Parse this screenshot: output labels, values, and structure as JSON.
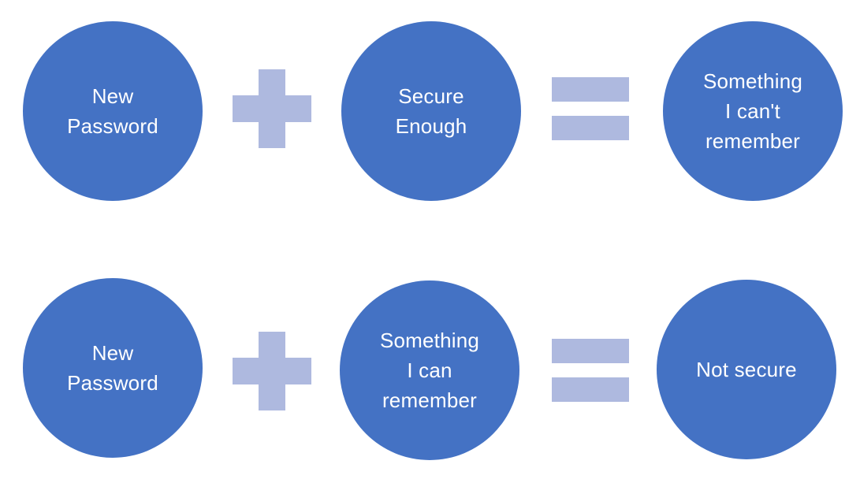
{
  "colors": {
    "circle_fill": "#4472C4",
    "operator_fill": "#AEB9DF",
    "text_color": "#FFFFFF",
    "background": "#FFFFFF"
  },
  "rows": [
    {
      "circle1": {
        "lines": [
          "New",
          "Password"
        ]
      },
      "operator1": "plus-icon",
      "circle2": {
        "lines": [
          "Secure",
          "Enough"
        ]
      },
      "operator2": "equals-icon",
      "circle3": {
        "lines": [
          "Something",
          "I can't",
          "remember"
        ]
      }
    },
    {
      "circle1": {
        "lines": [
          "New",
          "Password"
        ]
      },
      "operator1": "plus-icon",
      "circle2": {
        "lines": [
          "Something",
          "I can",
          "remember"
        ]
      },
      "operator2": "equals-icon",
      "circle3": {
        "lines": [
          "Not secure"
        ]
      }
    }
  ]
}
